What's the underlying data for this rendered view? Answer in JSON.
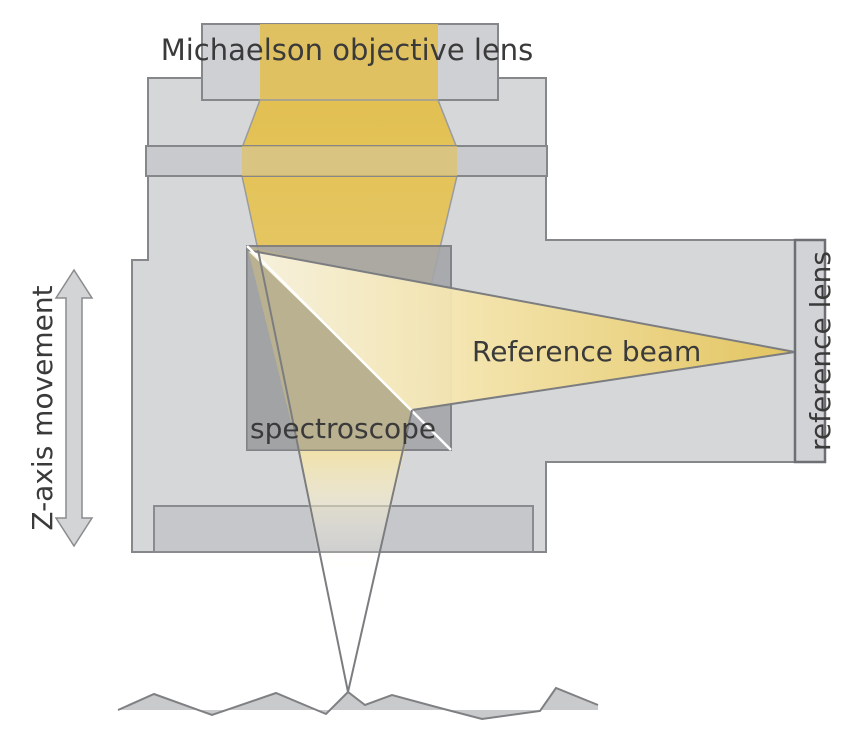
{
  "labels": {
    "objective_lens": "Michaelson objective lens",
    "reference_beam": "Reference beam",
    "spectroscope": "spectroscope",
    "reference_lens": "reference lens",
    "z_axis": "Z-axis movement"
  },
  "colors": {
    "housing": "#d6d7d9",
    "housing_stroke": "#86878a",
    "beam_gold": "#e1be4e",
    "beam_fade": "#fbf3d6",
    "cube": "#a9aaad",
    "text": "#3a3a3a",
    "surface": "#c9cacc"
  }
}
